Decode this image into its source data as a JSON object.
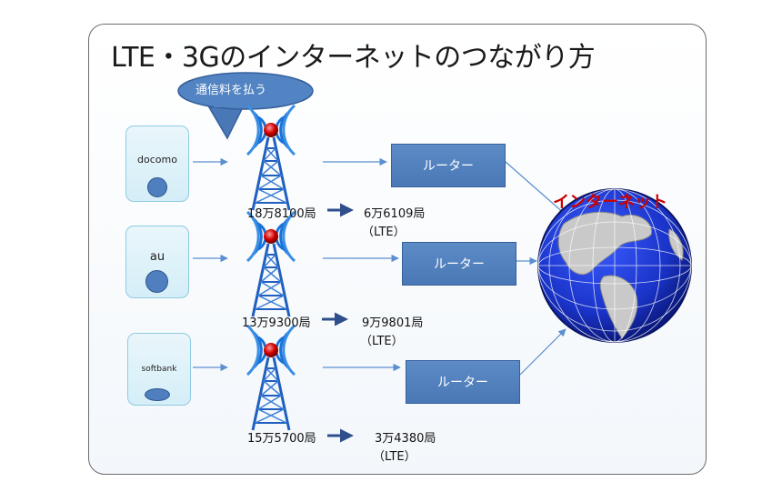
{
  "title": "LTE・3Gのインターネットのつながり方",
  "callout": "通信料を払う",
  "internet_label": "インターネット",
  "carriers": [
    {
      "name": "docomo",
      "stations_3g": "18万8100局",
      "stations_lte": "6万6109局",
      "lte_note": "（LTE）",
      "router": "ルーター"
    },
    {
      "name": "au",
      "stations_3g": "13万9300局",
      "stations_lte": "9万9801局",
      "lte_note": "（LTE）",
      "router": "ルーター"
    },
    {
      "name": "softbank",
      "stations_3g": "15万5700局",
      "stations_lte": "3万4380局",
      "lte_note": "（LTE）",
      "router": "ルーター"
    }
  ],
  "colors": {
    "router_blue": "#4a78b6",
    "internet_red": "#cc0000",
    "tower_blue": "#1f5fbf",
    "globe_blue": "#1a33c8"
  }
}
